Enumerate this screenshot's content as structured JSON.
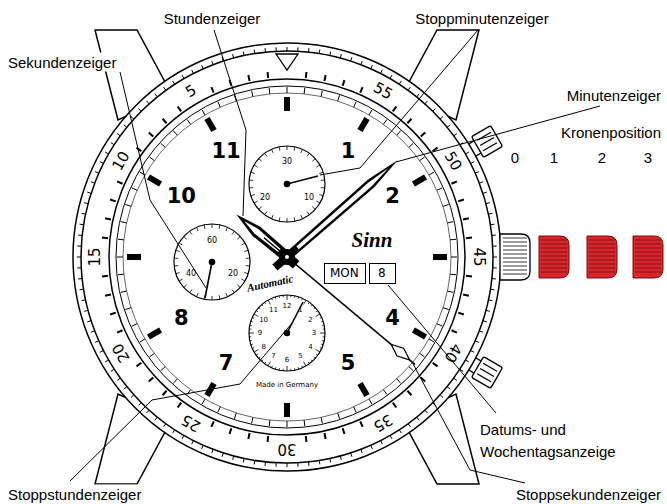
{
  "diagram": {
    "nodes": [
      {
        "text": [
          "MON"
        ]
      },
      {
        "text": [
          "8"
        ]
      }
    ],
    "labels": [
      "Stundenzeiger",
      "Stoppminutenzeiger",
      "Sekundenzeiger",
      "Minutenzeiger",
      "Kronenposition",
      "0",
      "1",
      "2",
      "3",
      "Datums- und Wochentagsanzeige",
      "Stoppstundenzeiger",
      "Stoppsekundenzeiger",
      "5",
      "10",
      "15",
      "20",
      "25",
      "30",
      "35",
      "40",
      "45",
      "50",
      "55",
      "1",
      "2",
      "4",
      "5",
      "7",
      "8",
      "10",
      "11",
      "30",
      "10",
      "20",
      "60",
      "20",
      "40",
      "12",
      "1",
      "2",
      "3",
      "4",
      "5",
      "6",
      "7",
      "8",
      "9",
      "10",
      "11",
      "Sinn",
      "Automatic",
      "Made in Germany"
    ]
  }
}
